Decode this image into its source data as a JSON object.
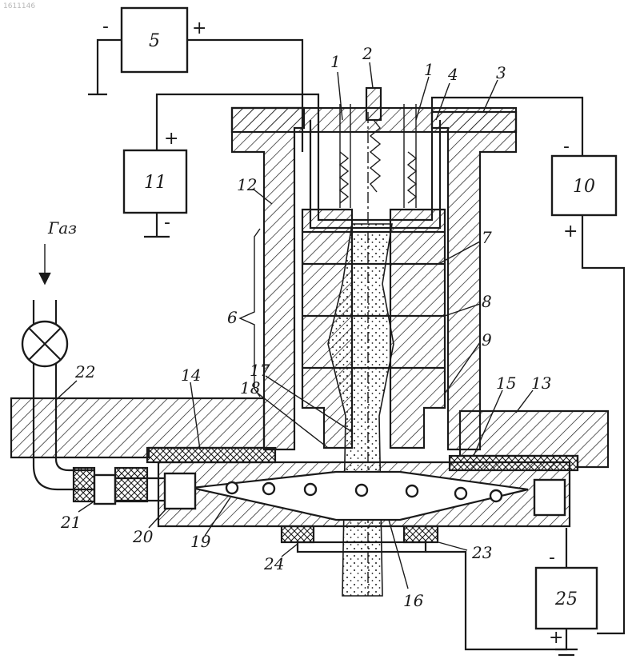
{
  "corner_mark": "1611146",
  "gas_label": "Газ",
  "boxes": {
    "b5": {
      "label": "5",
      "left_sign": "-",
      "right_sign": "+"
    },
    "b11": {
      "label": "11",
      "top_sign": "+",
      "bottom_sign": "-"
    },
    "b10": {
      "label": "10",
      "top_sign": "-",
      "bottom_sign": "+"
    },
    "b25": {
      "label": "25",
      "top_sign": "-",
      "bottom_sign": "+"
    }
  },
  "callouts": [
    "1",
    "2",
    "1",
    "4",
    "3",
    "12",
    "7",
    "6",
    "8",
    "9",
    "17",
    "18",
    "14",
    "15",
    "13",
    "22",
    "21",
    "20",
    "19",
    "24",
    "16",
    "23"
  ]
}
